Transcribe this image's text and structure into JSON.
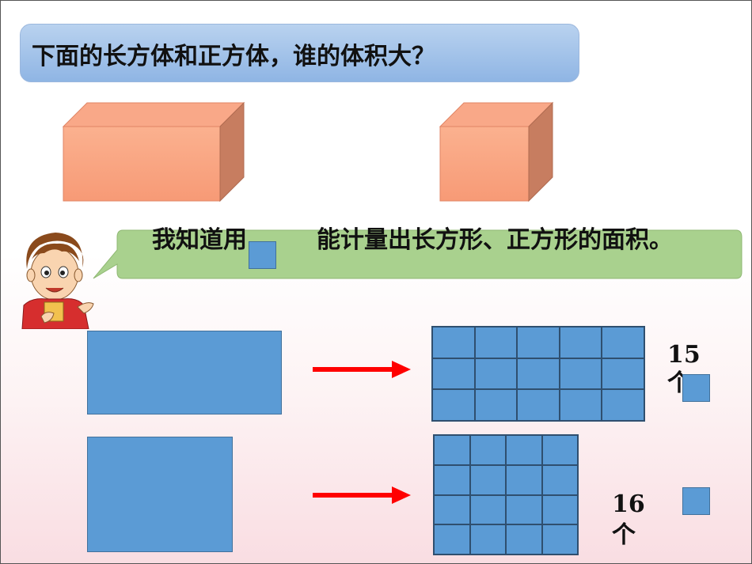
{
  "question": "下面的长方体和正方体，谁的体积大？",
  "speech": {
    "part1": "我知道用",
    "part2": "能计量出长方形、正方形的面积。"
  },
  "results": [
    {
      "count": "15",
      "unit": "个"
    },
    {
      "count": "16",
      "unit": "个"
    }
  ],
  "colors": {
    "box_front": "#f7a07e",
    "unit_square": "#5b9bd5",
    "arrow": "#ff0000",
    "bubble": "#a9d18e",
    "title_bg": "#9dbde8"
  },
  "icons": [
    "cuboid-icon",
    "cube-icon",
    "boy-character-icon",
    "arrow-right-icon"
  ]
}
